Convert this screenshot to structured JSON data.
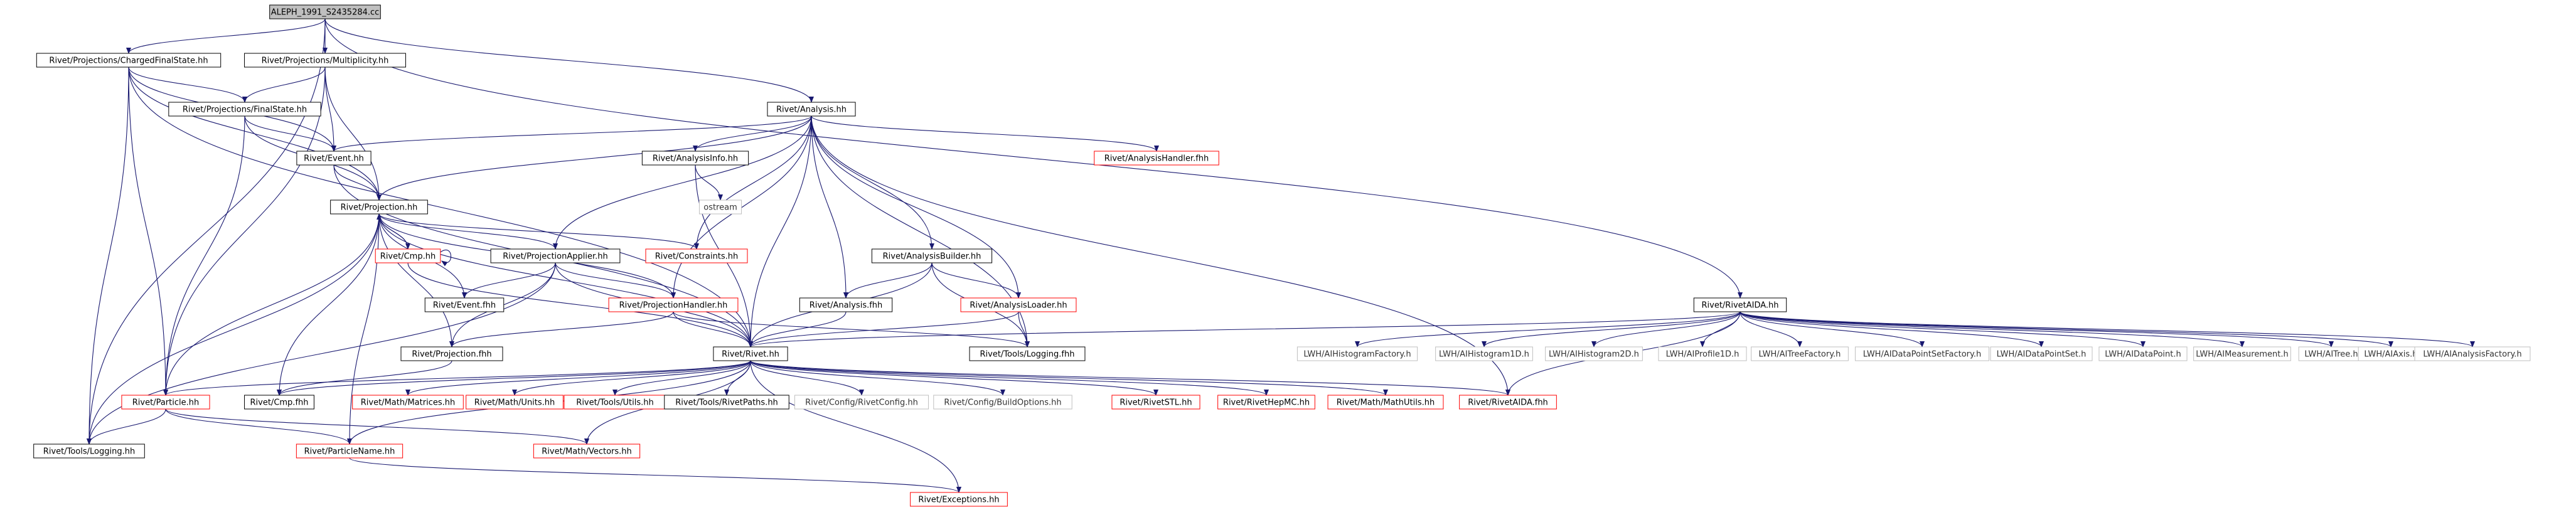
{
  "graph": {
    "colors": {
      "edge": "#191970",
      "border_documented": "#000000",
      "border_undocumented": "#ff0000",
      "border_external": "#bfbfbf",
      "root_fill": "#bfbfbf",
      "node_fill": "#ffffff",
      "text": "#000000",
      "text_external": "#333333"
    },
    "nodes": [
      {
        "id": "root",
        "label": "ALEPH_1991_S2435284.cc",
        "kind": "root"
      },
      {
        "id": "cfs",
        "label": "Rivet/Projections/ChargedFinalState.hh",
        "kind": "documented"
      },
      {
        "id": "mult",
        "label": "Rivet/Projections/Multiplicity.hh",
        "kind": "documented"
      },
      {
        "id": "analysis",
        "label": "Rivet/Analysis.hh",
        "kind": "documented"
      },
      {
        "id": "rivetaida",
        "label": "Rivet/RivetAIDA.hh",
        "kind": "documented"
      },
      {
        "id": "fs",
        "label": "Rivet/Projections/FinalState.hh",
        "kind": "documented"
      },
      {
        "id": "event",
        "label": "Rivet/Event.hh",
        "kind": "documented"
      },
      {
        "id": "projection",
        "label": "Rivet/Projection.hh",
        "kind": "documented"
      },
      {
        "id": "ainfo",
        "label": "Rivet/AnalysisInfo.hh",
        "kind": "documented"
      },
      {
        "id": "ostream",
        "label": "ostream",
        "kind": "external"
      },
      {
        "id": "ahandler",
        "label": "Rivet/AnalysisHandler.fhh",
        "kind": "undocumented"
      },
      {
        "id": "cmphh",
        "label": "Rivet/Cmp.hh",
        "kind": "undocumented"
      },
      {
        "id": "papplier",
        "label": "Rivet/ProjectionApplier.hh",
        "kind": "documented"
      },
      {
        "id": "constraints",
        "label": "Rivet/Constraints.hh",
        "kind": "undocumented"
      },
      {
        "id": "abuilder",
        "label": "Rivet/AnalysisBuilder.hh",
        "kind": "documented"
      },
      {
        "id": "eventfhh",
        "label": "Rivet/Event.fhh",
        "kind": "documented"
      },
      {
        "id": "phandler",
        "label": "Rivet/ProjectionHandler.hh",
        "kind": "undocumented"
      },
      {
        "id": "afhh",
        "label": "Rivet/Analysis.fhh",
        "kind": "documented"
      },
      {
        "id": "aloader",
        "label": "Rivet/AnalysisLoader.hh",
        "kind": "undocumented"
      },
      {
        "id": "projfhh",
        "label": "Rivet/Projection.fhh",
        "kind": "documented"
      },
      {
        "id": "rivethh",
        "label": "Rivet/Rivet.hh",
        "kind": "documented"
      },
      {
        "id": "logginghh",
        "label": "Rivet/Tools/Logging.fhh",
        "kind": "documented"
      },
      {
        "id": "particle",
        "label": "Rivet/Particle.hh",
        "kind": "undocumented"
      },
      {
        "id": "cmpfhh",
        "label": "Rivet/Cmp.fhh",
        "kind": "documented"
      },
      {
        "id": "matrices",
        "label": "Rivet/Math/Matrices.hh",
        "kind": "undocumented"
      },
      {
        "id": "units",
        "label": "Rivet/Math/Units.hh",
        "kind": "undocumented"
      },
      {
        "id": "utils",
        "label": "Rivet/Tools/Utils.hh",
        "kind": "undocumented"
      },
      {
        "id": "rivetpaths",
        "label": "Rivet/Tools/RivetPaths.hh",
        "kind": "documented"
      },
      {
        "id": "rivetconfig",
        "label": "Rivet/Config/RivetConfig.hh",
        "kind": "external"
      },
      {
        "id": "buildopts",
        "label": "Rivet/Config/BuildOptions.hh",
        "kind": "external"
      },
      {
        "id": "rivetstl",
        "label": "Rivet/RivetSTL.hh",
        "kind": "undocumented"
      },
      {
        "id": "rivethepmc",
        "label": "Rivet/RivetHepMC.hh",
        "kind": "undocumented"
      },
      {
        "id": "mathutils",
        "label": "Rivet/Math/MathUtils.hh",
        "kind": "undocumented"
      },
      {
        "id": "rivetaidafhh",
        "label": "Rivet/RivetAIDA.fhh",
        "kind": "undocumented"
      },
      {
        "id": "logging",
        "label": "Rivet/Tools/Logging.hh",
        "kind": "documented"
      },
      {
        "id": "pname",
        "label": "Rivet/ParticleName.hh",
        "kind": "undocumented"
      },
      {
        "id": "vectors",
        "label": "Rivet/Math/Vectors.hh",
        "kind": "undocumented"
      },
      {
        "id": "exceptions",
        "label": "Rivet/Exceptions.hh",
        "kind": "undocumented"
      },
      {
        "id": "lwh_hf",
        "label": "LWH/AIHistogramFactory.h",
        "kind": "external"
      },
      {
        "id": "lwh_h1",
        "label": "LWH/AIHistogram1D.h",
        "kind": "external"
      },
      {
        "id": "lwh_h2",
        "label": "LWH/AIHistogram2D.h",
        "kind": "external"
      },
      {
        "id": "lwh_p1",
        "label": "LWH/AIProfile1D.h",
        "kind": "external"
      },
      {
        "id": "lwh_tf",
        "label": "LWH/AITreeFactory.h",
        "kind": "external"
      },
      {
        "id": "lwh_dpsf",
        "label": "LWH/AIDataPointSetFactory.h",
        "kind": "external"
      },
      {
        "id": "lwh_dps",
        "label": "LWH/AIDataPointSet.h",
        "kind": "external"
      },
      {
        "id": "lwh_dp",
        "label": "LWH/AIDataPoint.h",
        "kind": "external"
      },
      {
        "id": "lwh_meas",
        "label": "LWH/AIMeasurement.h",
        "kind": "external"
      },
      {
        "id": "lwh_tree",
        "label": "LWH/AITree.h",
        "kind": "external"
      },
      {
        "id": "lwh_axis",
        "label": "LWH/AIAxis.h",
        "kind": "external"
      },
      {
        "id": "lwh_af",
        "label": "LWH/AIAnalysisFactory.h",
        "kind": "external"
      }
    ],
    "edges": [
      [
        "root",
        "cfs"
      ],
      [
        "root",
        "mult"
      ],
      [
        "root",
        "analysis"
      ],
      [
        "root",
        "rivetaida"
      ],
      [
        "root",
        "logging"
      ],
      [
        "cfs",
        "fs"
      ],
      [
        "cfs",
        "event"
      ],
      [
        "cfs",
        "projection"
      ],
      [
        "cfs",
        "rivethh"
      ],
      [
        "cfs",
        "particle"
      ],
      [
        "cfs",
        "logging"
      ],
      [
        "mult",
        "fs"
      ],
      [
        "mult",
        "event"
      ],
      [
        "mult",
        "projection"
      ],
      [
        "mult",
        "particle"
      ],
      [
        "fs",
        "event"
      ],
      [
        "fs",
        "projection"
      ],
      [
        "fs",
        "particle"
      ],
      [
        "event",
        "projection"
      ],
      [
        "event",
        "rivethh"
      ],
      [
        "analysis",
        "event"
      ],
      [
        "analysis",
        "projection"
      ],
      [
        "analysis",
        "ainfo"
      ],
      [
        "analysis",
        "ahandler"
      ],
      [
        "analysis",
        "constraints"
      ],
      [
        "analysis",
        "papplier"
      ],
      [
        "analysis",
        "phandler"
      ],
      [
        "analysis",
        "abuilder"
      ],
      [
        "analysis",
        "afhh"
      ],
      [
        "analysis",
        "aloader"
      ],
      [
        "analysis",
        "rivethh"
      ],
      [
        "analysis",
        "logginghh"
      ],
      [
        "analysis",
        "rivetaidafhh"
      ],
      [
        "ainfo",
        "ostream"
      ],
      [
        "ainfo",
        "rivethh"
      ],
      [
        "projection",
        "cmphh"
      ],
      [
        "projection",
        "papplier"
      ],
      [
        "projection",
        "constraints"
      ],
      [
        "projection",
        "phandler"
      ],
      [
        "projection",
        "eventfhh"
      ],
      [
        "projection",
        "projfhh"
      ],
      [
        "projection",
        "rivethh"
      ],
      [
        "projection",
        "cmpfhh"
      ],
      [
        "projection",
        "logging"
      ],
      [
        "projection",
        "pname"
      ],
      [
        "projection",
        "particle"
      ],
      [
        "cmphh",
        "cmphh"
      ],
      [
        "cmphh",
        "projection"
      ],
      [
        "cmphh",
        "rivethh"
      ],
      [
        "papplier",
        "eventfhh"
      ],
      [
        "papplier",
        "phandler"
      ],
      [
        "papplier",
        "projfhh"
      ],
      [
        "papplier",
        "rivethh"
      ],
      [
        "papplier",
        "logging"
      ],
      [
        "phandler",
        "rivethh"
      ],
      [
        "phandler",
        "projfhh"
      ],
      [
        "phandler",
        "logginghh"
      ],
      [
        "abuilder",
        "afhh"
      ],
      [
        "abuilder",
        "aloader"
      ],
      [
        "abuilder",
        "rivethh"
      ],
      [
        "abuilder",
        "logginghh"
      ],
      [
        "afhh",
        "rivethh"
      ],
      [
        "aloader",
        "rivethh"
      ],
      [
        "aloader",
        "logginghh"
      ],
      [
        "projfhh",
        "cmpfhh"
      ],
      [
        "rivethh",
        "particle"
      ],
      [
        "rivethh",
        "cmpfhh"
      ],
      [
        "rivethh",
        "matrices"
      ],
      [
        "rivethh",
        "units"
      ],
      [
        "rivethh",
        "utils"
      ],
      [
        "rivethh",
        "rivetpaths"
      ],
      [
        "rivethh",
        "rivetconfig"
      ],
      [
        "rivethh",
        "buildopts"
      ],
      [
        "rivethh",
        "rivetstl"
      ],
      [
        "rivethh",
        "rivethepmc"
      ],
      [
        "rivethh",
        "mathutils"
      ],
      [
        "rivethh",
        "rivetaidafhh"
      ],
      [
        "rivethh",
        "pname"
      ],
      [
        "rivethh",
        "vectors"
      ],
      [
        "rivethh",
        "exceptions"
      ],
      [
        "particle",
        "logging"
      ],
      [
        "particle",
        "pname"
      ],
      [
        "particle",
        "vectors"
      ],
      [
        "pname",
        "exceptions"
      ],
      [
        "rivetaida",
        "rivethh"
      ],
      [
        "rivetaida",
        "rivetaidafhh"
      ],
      [
        "rivetaida",
        "lwh_hf"
      ],
      [
        "rivetaida",
        "lwh_h1"
      ],
      [
        "rivetaida",
        "lwh_h2"
      ],
      [
        "rivetaida",
        "lwh_p1"
      ],
      [
        "rivetaida",
        "lwh_tf"
      ],
      [
        "rivetaida",
        "lwh_dpsf"
      ],
      [
        "rivetaida",
        "lwh_dps"
      ],
      [
        "rivetaida",
        "lwh_dp"
      ],
      [
        "rivetaida",
        "lwh_meas"
      ],
      [
        "rivetaida",
        "lwh_tree"
      ],
      [
        "rivetaida",
        "lwh_axis"
      ],
      [
        "rivetaida",
        "lwh_af"
      ]
    ]
  }
}
